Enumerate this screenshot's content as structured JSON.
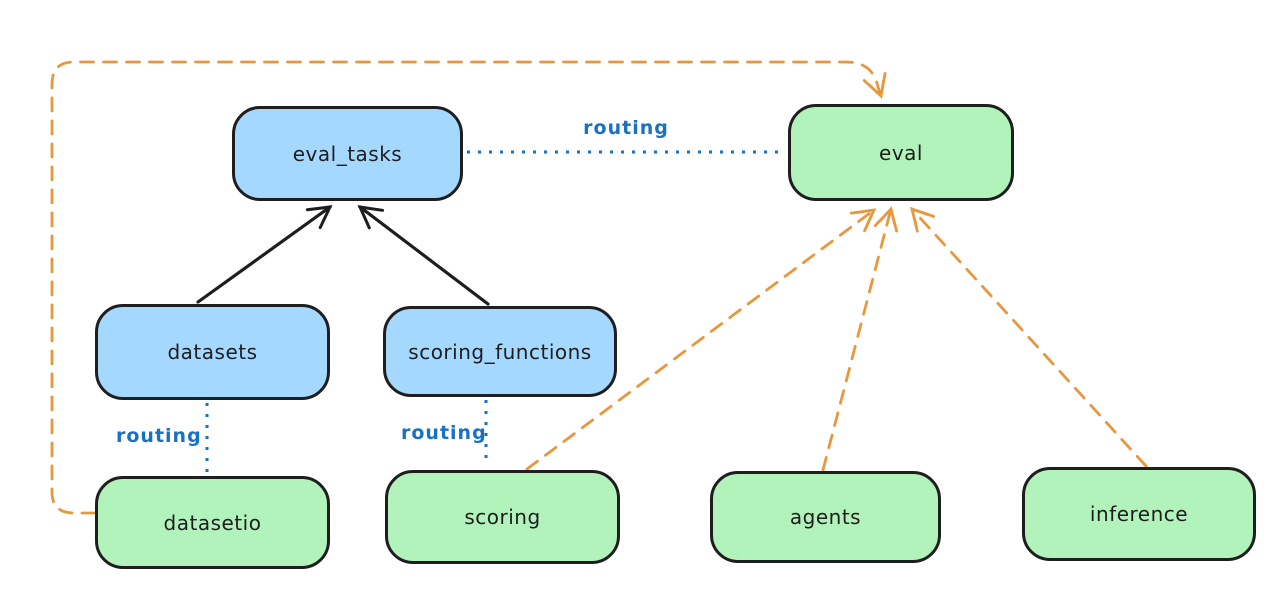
{
  "diagram": {
    "nodes": {
      "eval_tasks": {
        "label": "eval_tasks",
        "kind": "api"
      },
      "eval": {
        "label": "eval",
        "kind": "provider"
      },
      "datasets": {
        "label": "datasets",
        "kind": "api"
      },
      "scoring_functions": {
        "label": "scoring_functions",
        "kind": "api"
      },
      "datasetio": {
        "label": "datasetio",
        "kind": "provider"
      },
      "scoring": {
        "label": "scoring",
        "kind": "provider"
      },
      "agents": {
        "label": "agents",
        "kind": "provider"
      },
      "inference": {
        "label": "inference",
        "kind": "provider"
      }
    },
    "edges": {
      "eval_tasks_to_eval": {
        "label": "routing",
        "style": "dotted-blue"
      },
      "datasets_to_datasetio": {
        "label": "routing",
        "style": "dotted-blue"
      },
      "scoring_functions_to_scoring": {
        "label": "routing",
        "style": "dotted-blue"
      },
      "datasets_to_eval_tasks": {
        "style": "solid-black-arrow"
      },
      "scoring_functions_to_eval_tasks": {
        "style": "solid-black-arrow"
      },
      "datasetio_to_eval": {
        "style": "dashed-orange-arrow"
      },
      "scoring_to_eval": {
        "style": "dashed-orange-arrow"
      },
      "agents_to_eval": {
        "style": "dashed-orange-arrow"
      },
      "inference_to_eval": {
        "style": "dashed-orange-arrow"
      }
    },
    "colors": {
      "api_fill": "#a5d8ff",
      "provider_fill": "#b2f2bb",
      "node_stroke": "#1e1e1e",
      "routing_blue": "#1971c2",
      "dashed_orange": "#e8973d",
      "background": "#ffffff"
    }
  }
}
